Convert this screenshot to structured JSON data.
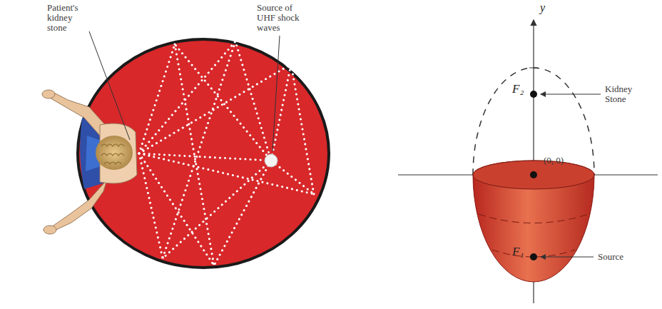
{
  "diagram": {
    "labels": [
      "Patient's kidney stone",
      "Source of UHF shock waves",
      "y",
      "F₂",
      "Kidney Stone",
      "(0, 0)",
      "F₁",
      "Source"
    ]
  }
}
